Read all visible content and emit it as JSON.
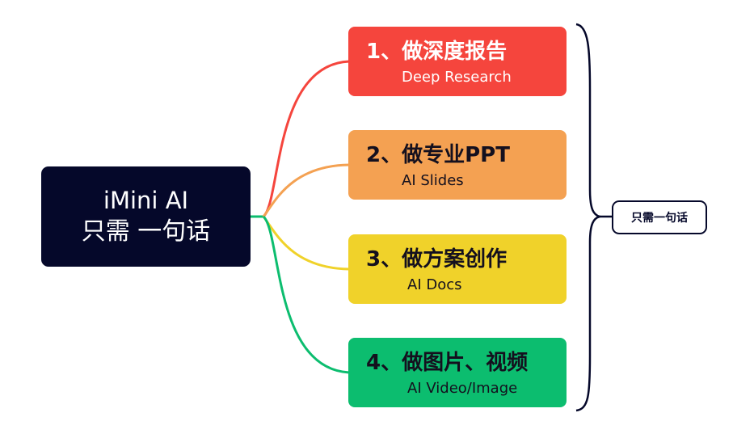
{
  "root": {
    "line1": "iMini AI",
    "line2": "只需 一句话"
  },
  "branches": [
    {
      "title": "1、做深度报告",
      "subtitle": "Deep Research",
      "color": "#f5453d"
    },
    {
      "title": "2、做专业PPT",
      "subtitle": "AI Slides",
      "color": "#f4a152"
    },
    {
      "title": "3、做方案创作",
      "subtitle": "AI Docs",
      "color": "#f0d22a"
    },
    {
      "title": "4、做图片、视频",
      "subtitle": "AI Video/Image",
      "color": "#0cbd6f"
    }
  ],
  "summary": {
    "label": "只需一句话"
  },
  "colors": {
    "root_bg": "#05082a",
    "bracket": "#05082a"
  }
}
